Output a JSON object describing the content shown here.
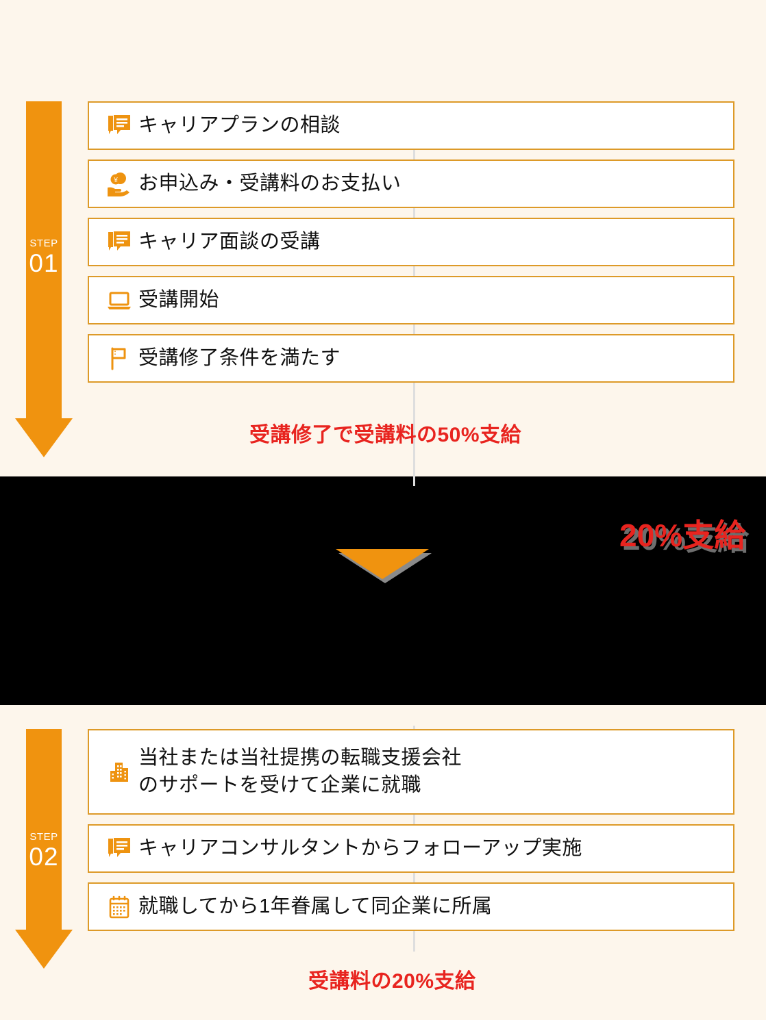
{
  "colors": {
    "background": "#fdf6ec",
    "orange": "#f0930f",
    "card_border": "#dd9a28",
    "red": "#e8241f",
    "black_band": "#000000",
    "shadow_grey": "#6e6e6e"
  },
  "steps": [
    {
      "step_word": "STEP",
      "step_number": "01",
      "items": [
        {
          "icon": "chat-bubble-icon",
          "label": "キャリアプランの相談"
        },
        {
          "icon": "hand-coin-icon",
          "label": "お申込み・受講料のお支払い"
        },
        {
          "icon": "chat-bubble-icon",
          "label": "キャリア面談の受講"
        },
        {
          "icon": "laptop-icon",
          "label": "受講開始"
        },
        {
          "icon": "flag-icon",
          "label": "受講修了条件を満たす"
        }
      ],
      "payout": "受講修了で受講料の50%支給"
    },
    {
      "step_word": "STEP",
      "step_number": "02",
      "items": [
        {
          "icon": "building-icon",
          "label": "当社または当社提携の転職支援会社\nのサポートを受けて企業に就職"
        },
        {
          "icon": "chat-bubble-icon",
          "label": "キャリアコンサルタントからフォローアップ実施"
        },
        {
          "icon": "calendar-icon",
          "label": "就職してから1年眷属して同企業に所属"
        }
      ],
      "payout": "受講料の20%支給"
    }
  ],
  "middle_band": {
    "badge": "20%支給",
    "arrow_icon": "down-triangle-icon"
  }
}
